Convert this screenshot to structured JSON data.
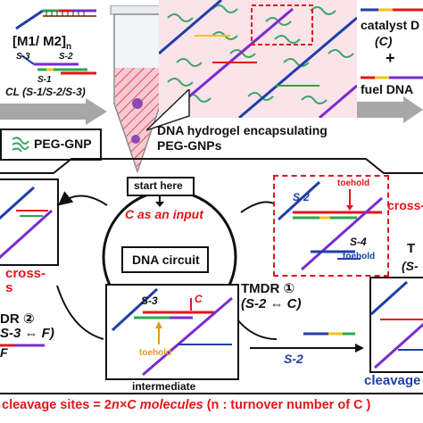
{
  "top": {
    "monomers_label": "[M1/ M2]",
    "monomers_sub": "n",
    "strand_s3": "S-3",
    "strand_s2": "S-2",
    "strand_s1": "S-1",
    "crosslinker_label": "CL (S-1/S-2/S-3)",
    "peg_gnp_label": "PEG-GNP",
    "hydrogel_caption_1": "DNA hydrogel encapsulating",
    "hydrogel_caption_2": "PEG-GNPs",
    "catalyst_label": "catalyst D",
    "catalyst_symbol": "(C)",
    "plus_sign": "+",
    "fuel_label": "fuel DNA"
  },
  "cycle": {
    "start_label": "start here",
    "input_label": "C as an input",
    "circuit_label": "DNA circuit",
    "tmdr1_label": "TMDR ①",
    "tmdr1_eq": "(S-2 ⇔ C)",
    "tmdr2_label": "DR ②",
    "tmdr2_eq": "S-3 ⇔ F)",
    "f_label": "F",
    "right_t_label": "T",
    "right_s_label": "(S-",
    "s2_output": "S-2",
    "cleavage_right": "cleavage of",
    "cross_left_1": "cross-",
    "cross_left_2": "s",
    "intermediate_label": "intermediate",
    "inter_s3": "S-3",
    "inter_c": "C",
    "inter_toehold": "toehold",
    "zoom_s2": "S-2",
    "zoom_s4": "S-4",
    "zoom_toehold_top": "toehold",
    "zoom_toehold_bottom": "toehold",
    "zoom_cross": "cross-"
  },
  "footer": {
    "equation_black_1": "cleavage sites = 2",
    "equation_red": "n×C molecules",
    "equation_black_2": " (n : turnover number of C )"
  },
  "colors": {
    "strand_blue": "#1f3fa8",
    "strand_red": "#e3161c",
    "strand_green": "#2aa84a",
    "strand_purple": "#7a2bd0",
    "strand_yellow": "#f2c21b",
    "strand_brown": "#8a5a2b",
    "peg_green": "#3aa66a",
    "hydrogel_pink": "#f6c9d4",
    "arrow_gray": "#9a9a9a",
    "dashed_red": "#e3161c"
  }
}
